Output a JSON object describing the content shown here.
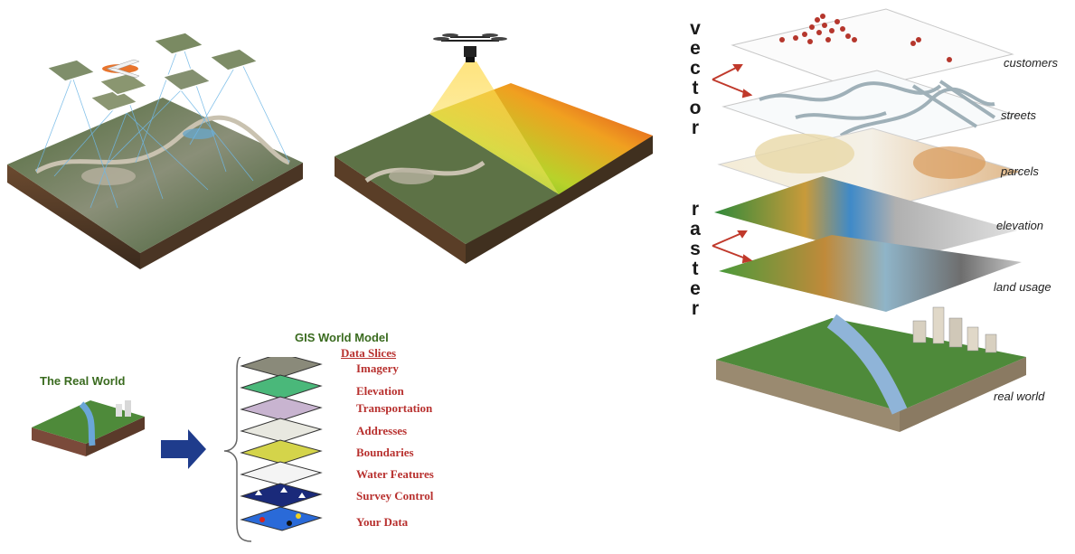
{
  "vertical_words": {
    "vector": [
      "v",
      "e",
      "c",
      "t",
      "o",
      "r"
    ],
    "raster": [
      "r",
      "a",
      "s",
      "t",
      "e",
      "r"
    ]
  },
  "layer_labels": [
    "customers",
    "streets",
    "parcels",
    "elevation",
    "land usage",
    "real world"
  ],
  "gis_model": {
    "real_world_title": "The Real World",
    "model_title": "GIS World Model",
    "slices_heading": "Data Slices",
    "slices": [
      "Imagery",
      "Elevation",
      "Transportation",
      "Addresses",
      "Boundaries",
      "Water Features",
      "Survey Control",
      "Your Data"
    ]
  },
  "colors": {
    "vector_arrow": "#c0392b",
    "slice_text": "#b8312f",
    "title_green": "#3a6b1f",
    "flow_arrow": "#1f3c8c"
  }
}
